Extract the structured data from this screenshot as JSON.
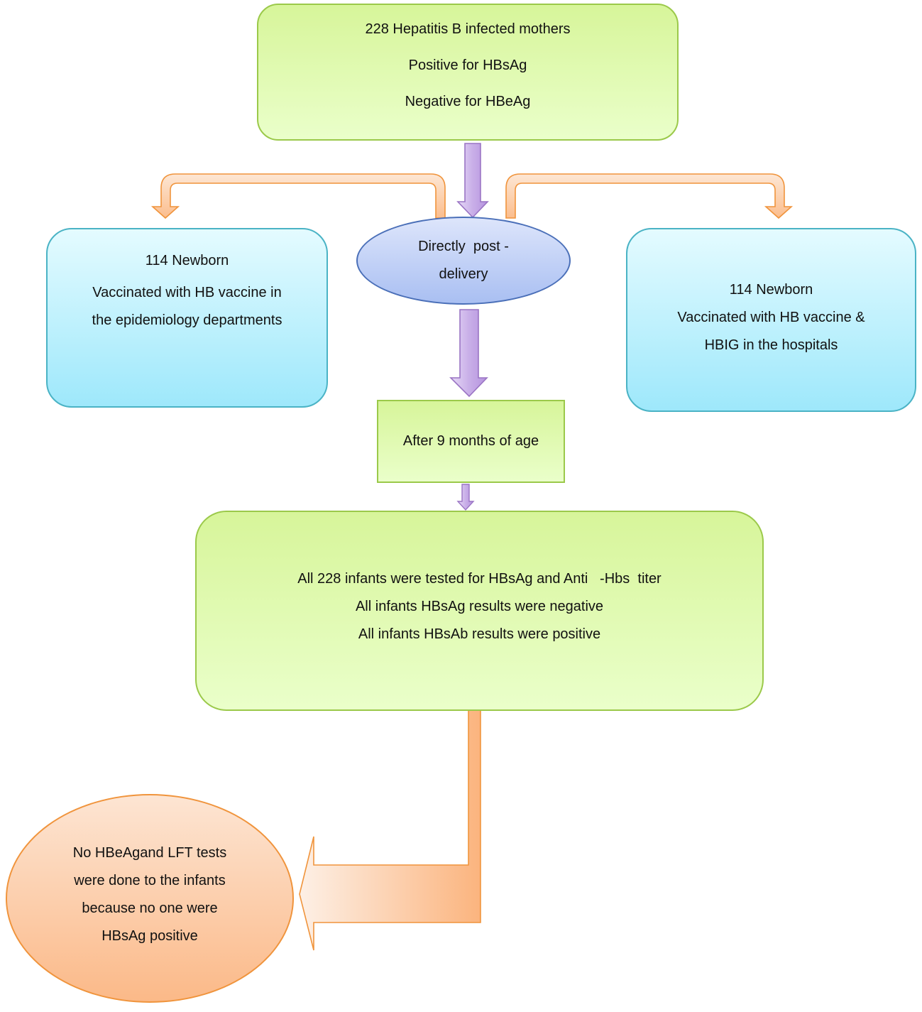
{
  "nodes": {
    "mothers": {
      "lines": [
        "228 Hepatitis B infected mothers",
        "Positive for HBsAg",
        "Negative for HBeAg"
      ]
    },
    "delivery": {
      "lines": [
        "Directly  post -",
        "delivery"
      ]
    },
    "newborn_left": {
      "lines": [
        "114 Newborn",
        "Vaccinated with HB vaccine in",
        "the epidemiology departments"
      ]
    },
    "newborn_right": {
      "lines": [
        "114 Newborn",
        "Vaccinated with HB vaccine &",
        "HBIG in the hospitals"
      ]
    },
    "nine_months": {
      "lines": [
        "After 9 months of age"
      ]
    },
    "results": {
      "lines": [
        "All 228 infants were tested for HBsAg and Anti   -Hbs  titer",
        "All infants HBsAg results were negative",
        "All infants HBsAb results were positive"
      ]
    },
    "no_tests": {
      "lines": [
        "No HBeAgand LFT tests",
        "were done to the infants",
        "because no one were",
        "HBsAg positive"
      ]
    }
  },
  "colors": {
    "green_border": "#9bc94a",
    "blue_border": "#4ab3c5",
    "ellipse_border": "#4a6fb8",
    "purple_arrow": "#9a74c4",
    "orange_arrow": "#f0943c"
  }
}
